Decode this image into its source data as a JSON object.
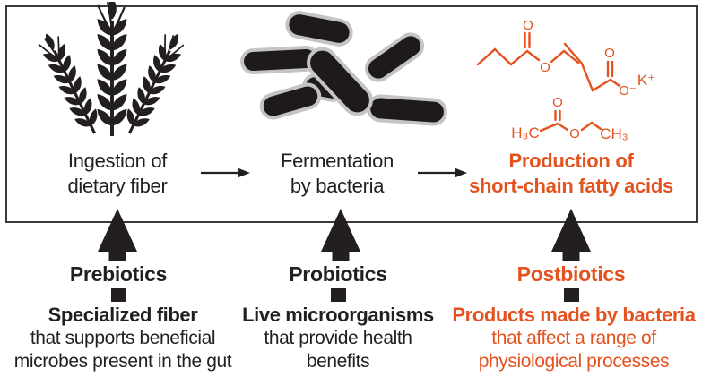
{
  "colors": {
    "accent": "#E4521F",
    "ink": "#231F20",
    "box_border": "#3A3A3A",
    "bacteria_outline": "#C4C4C4"
  },
  "flow": {
    "steps": [
      {
        "icon": "wheat-icon",
        "line1": "Ingestion of",
        "line2": "dietary fiber"
      },
      {
        "icon": "bacteria-icon",
        "line1": "Fermentation",
        "line2": "by bacteria"
      },
      {
        "icon": "molecules-icon",
        "line1": "Production of",
        "line2": "short-chain fatty acids"
      }
    ]
  },
  "molecules": {
    "ethyl_butyrate": {
      "carbonyl_o": "O",
      "ester_o": "O"
    },
    "potassium_propionate": {
      "carbonyl_o": "O",
      "ester_o": "O⁻",
      "counter_ion": "K⁺"
    },
    "ethyl_acetate": {
      "methyl_left": "H₃C",
      "carbonyl_o": "O",
      "ester_o": "O",
      "methyl_right": "CH₃"
    }
  },
  "groups": [
    {
      "title": "Prebiotics",
      "bold_line": "Specialized fiber",
      "line2": "that supports beneficial",
      "line3": "microbes present in the gut"
    },
    {
      "title": "Probiotics",
      "bold_line": "Live microorganisms",
      "line2": "that provide health",
      "line3": "benefits"
    },
    {
      "title": "Postbiotics",
      "bold_line": "Products made by bacteria",
      "line2": "that affect a range of",
      "line3": "physiological processes"
    }
  ]
}
